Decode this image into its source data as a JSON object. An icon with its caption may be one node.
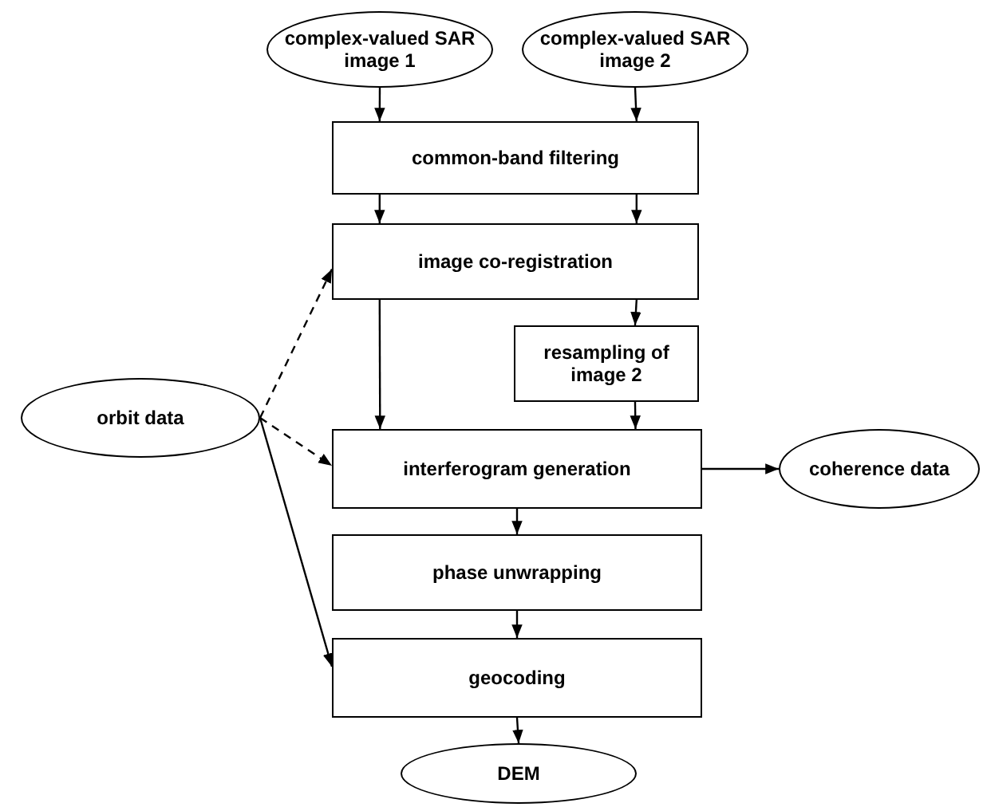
{
  "diagram": {
    "nodes": [
      {
        "text": [
          "complex-valued SAR image 1"
        ]
      },
      {
        "text": [
          "complex-valued SAR image 2"
        ]
      },
      {
        "text": [
          "common-band filtering"
        ]
      },
      {
        "text": [
          "image co-registration"
        ]
      },
      {
        "text": [
          "resampling of image 2"
        ]
      },
      {
        "text": [
          "orbit data"
        ]
      },
      {
        "text": [
          "interferogram generation"
        ]
      },
      {
        "text": [
          "coherence data"
        ]
      },
      {
        "text": [
          "phase unwrapping"
        ]
      },
      {
        "text": [
          "geocoding"
        ]
      },
      {
        "text": [
          "DEM"
        ]
      }
    ],
    "edges": [
      {
        "from": 0,
        "to": 2,
        "arrow": "to"
      },
      {
        "from": 1,
        "to": 2,
        "arrow": "to"
      },
      {
        "from": 2,
        "to": 3,
        "arrow": "to"
      },
      {
        "from": 2,
        "to": 3,
        "arrow": "to"
      },
      {
        "from": 3,
        "to": 6,
        "arrow": "to"
      },
      {
        "from": 3,
        "to": 4,
        "arrow": "to"
      },
      {
        "from": 4,
        "to": 6,
        "arrow": "to"
      },
      {
        "from": 5,
        "to": 3,
        "arrow": "to",
        "style": "dashed"
      },
      {
        "from": 5,
        "to": 6,
        "arrow": "to",
        "style": "dashed"
      },
      {
        "from": 5,
        "to": 9,
        "arrow": "to"
      },
      {
        "from": 6,
        "to": 7,
        "arrow": "to"
      },
      {
        "from": 6,
        "to": 8,
        "arrow": "to"
      },
      {
        "from": 8,
        "to": 9,
        "arrow": "to"
      },
      {
        "from": 9,
        "to": 10,
        "arrow": "to"
      }
    ]
  }
}
